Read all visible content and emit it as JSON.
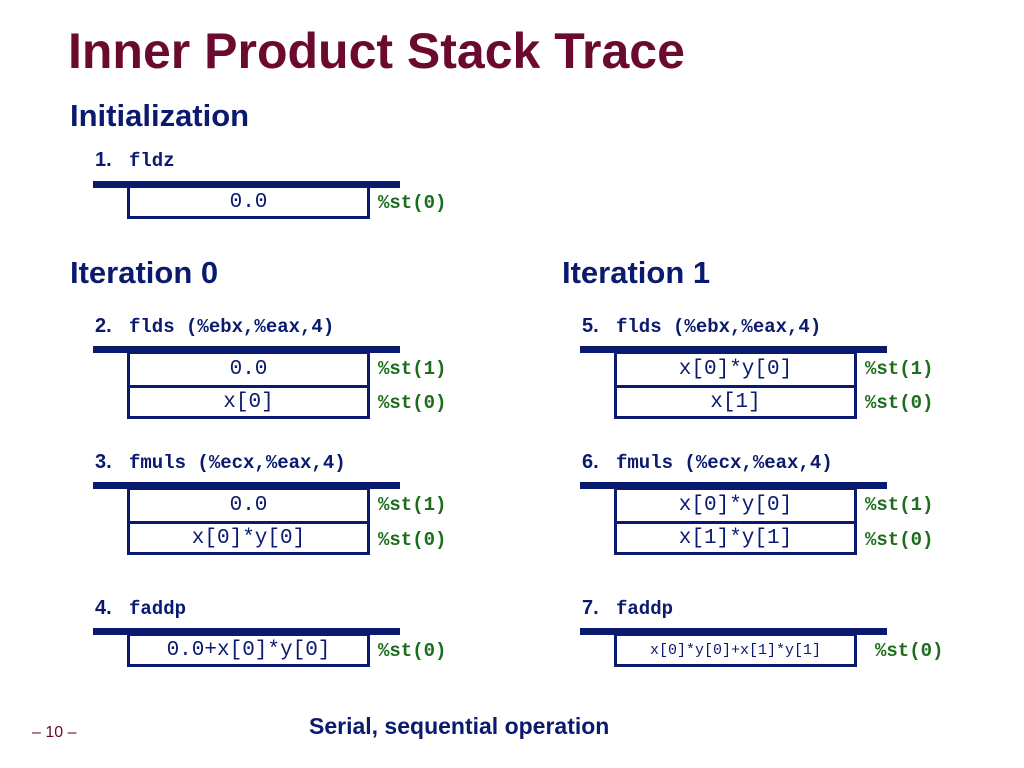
{
  "title": "Inner Product Stack Trace",
  "sections": {
    "init": "Initialization",
    "iter0": "Iteration 0",
    "iter1": "Iteration 1"
  },
  "steps": {
    "s1": {
      "num": "1.",
      "instr": "fldz",
      "stack": [
        "0.0"
      ],
      "regs": [
        "%st(0)"
      ]
    },
    "s2": {
      "num": "2.",
      "instr": "flds (%ebx,%eax,4)",
      "stack": [
        "0.0",
        "x[0]"
      ],
      "regs": [
        "%st(1)",
        "%st(0)"
      ]
    },
    "s3": {
      "num": "3.",
      "instr": "fmuls (%ecx,%eax,4)",
      "stack": [
        "0.0",
        "x[0]*y[0]"
      ],
      "regs": [
        "%st(1)",
        "%st(0)"
      ]
    },
    "s4": {
      "num": "4.",
      "instr": "faddp",
      "stack": [
        "0.0+x[0]*y[0]"
      ],
      "regs": [
        "%st(0)"
      ]
    },
    "s5": {
      "num": "5.",
      "instr": "flds (%ebx,%eax,4)",
      "stack": [
        "x[0]*y[0]",
        "x[1]"
      ],
      "regs": [
        "%st(1)",
        "%st(0)"
      ]
    },
    "s6": {
      "num": "6.",
      "instr": "fmuls (%ecx,%eax,4)",
      "stack": [
        "x[0]*y[0]",
        "x[1]*y[1]"
      ],
      "regs": [
        "%st(1)",
        "%st(0)"
      ]
    },
    "s7": {
      "num": "7.",
      "instr": "faddp",
      "stack": [
        "x[0]*y[0]+x[1]*y[1]"
      ],
      "regs": [
        "%st(0)"
      ]
    }
  },
  "footer": "Serial, sequential operation",
  "page_number": "– 10 –",
  "colors": {
    "title": "#6b0a2f",
    "text": "#0a1a6e",
    "register": "#1c6e1c"
  }
}
